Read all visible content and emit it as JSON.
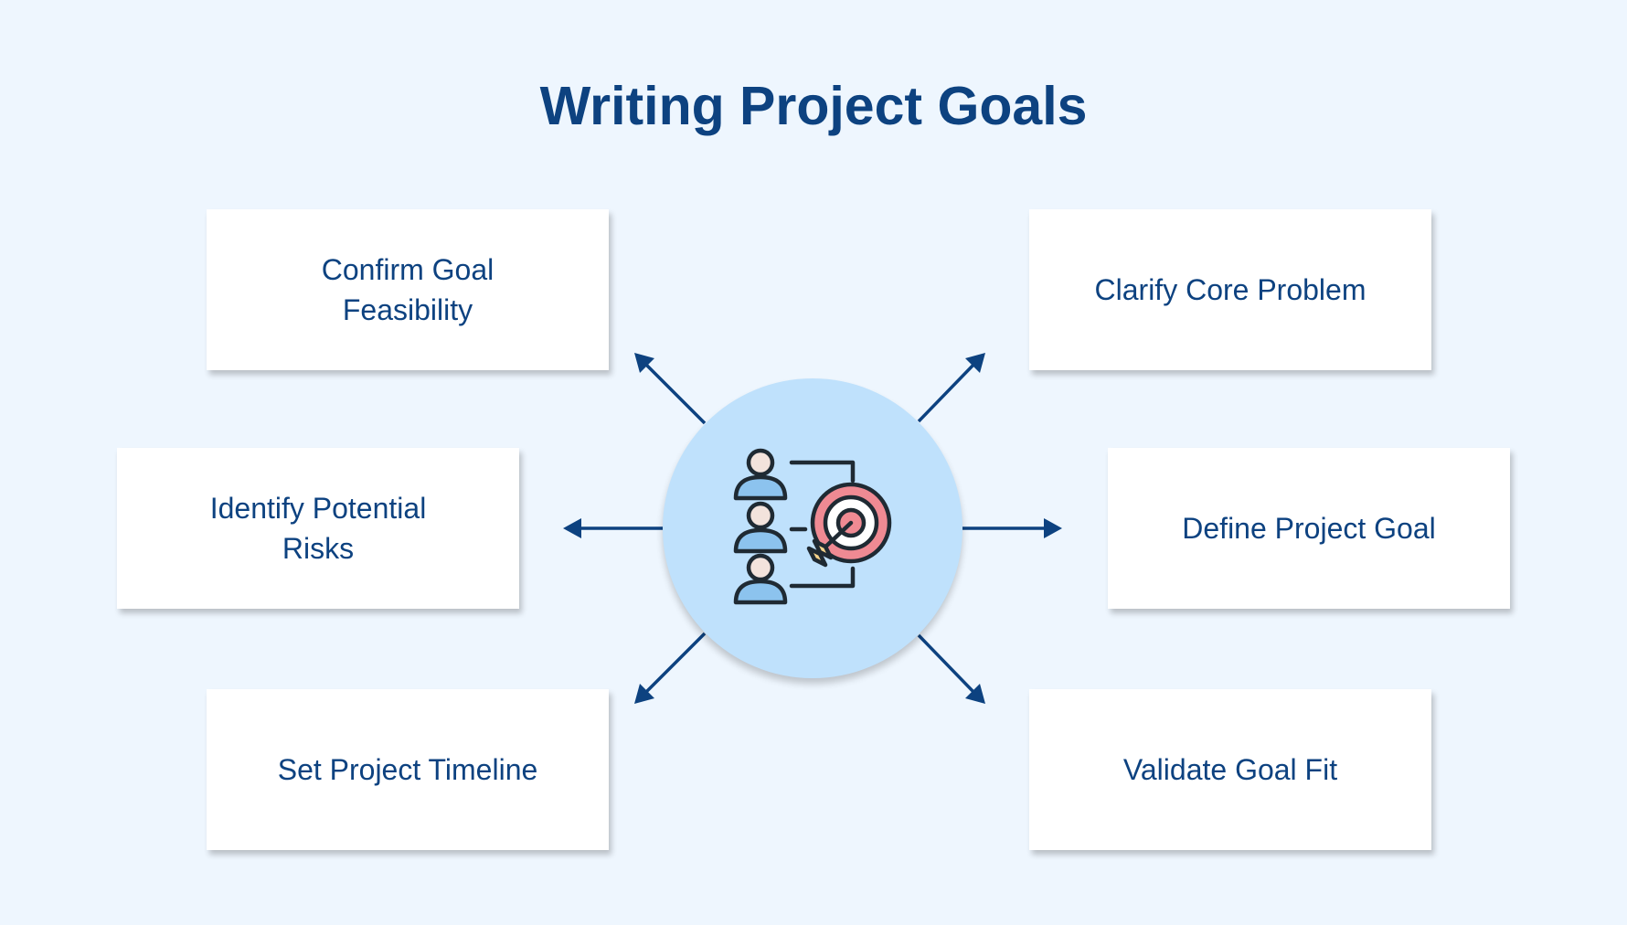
{
  "title": "Writing Project Goals",
  "hub": {
    "icon": "team-target-icon",
    "colors": {
      "circle": "#bfe1fc",
      "person_head": "#f3e3dc",
      "person_body": "#8cc3ee",
      "target_outer": "#ef8a93",
      "target_middle": "#ffffff",
      "arrow_fletching": "#f6d38b",
      "outline": "#1f2a33"
    }
  },
  "steps": [
    {
      "position": "top-left",
      "label_lines": [
        "Confirm Goal",
        "Feasibility"
      ]
    },
    {
      "position": "middle-left",
      "label_lines": [
        "Identify Potential",
        "Risks"
      ]
    },
    {
      "position": "bottom-left",
      "label_lines": [
        "Set Project Timeline"
      ]
    },
    {
      "position": "top-right",
      "label_lines": [
        "Clarify Core Problem"
      ]
    },
    {
      "position": "middle-right",
      "label_lines": [
        "Define Project Goal"
      ]
    },
    {
      "position": "bottom-right",
      "label_lines": [
        "Validate Goal Fit"
      ]
    }
  ],
  "colors": {
    "background": "#eef6fe",
    "title": "#0d4280",
    "box_text": "#0d4280",
    "arrow": "#0d4280",
    "box": "#ffffff"
  }
}
